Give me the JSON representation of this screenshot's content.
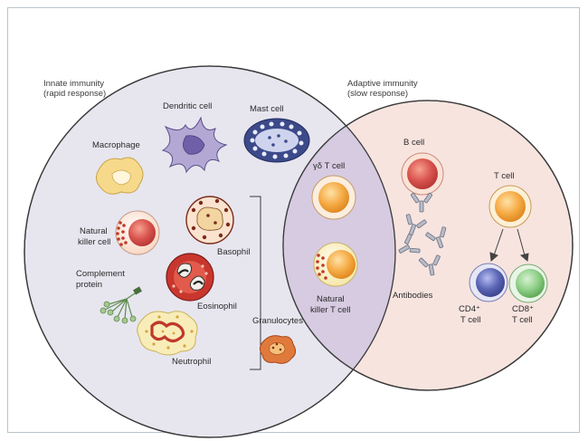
{
  "innate": {
    "title": "Innate immunity",
    "subtitle": "(rapid response)"
  },
  "adaptive": {
    "title": "Adaptive immunity",
    "subtitle": "(slow response)"
  },
  "cells": {
    "dendritic": "Dendritic cell",
    "mast": "Mast cell",
    "macrophage": "Macrophage",
    "nk_line1": "Natural",
    "nk_line2": "killer cell",
    "basophil": "Basophil",
    "complement_line1": "Complement",
    "complement_line2": "protein",
    "eosinophil": "Eosinophil",
    "neutrophil": "Neutrophil",
    "granulocytes": "Granulocytes",
    "gd_t_cell": "γδ T cell",
    "nkt_line1": "Natural",
    "nkt_line2": "killer T cell",
    "b_cell": "B cell",
    "antibodies": "Antibodies",
    "t_cell": "T cell",
    "cd4_line1": "CD4⁺",
    "cd4_line2": "T cell",
    "cd8_line1": "CD8⁺",
    "cd8_line2": "T cell"
  },
  "colors": {
    "innate_fill": "#e7e6ef",
    "adaptive_fill": "#f7e4df",
    "overlap_fill": "#d7cce2",
    "t_cell": "#f2a43b",
    "b_cell": "#d9534f",
    "cd4": "#5b66b5",
    "cd8": "#7dc27a",
    "mast": "#3c4a8a",
    "dendritic": "#a79cc8"
  }
}
